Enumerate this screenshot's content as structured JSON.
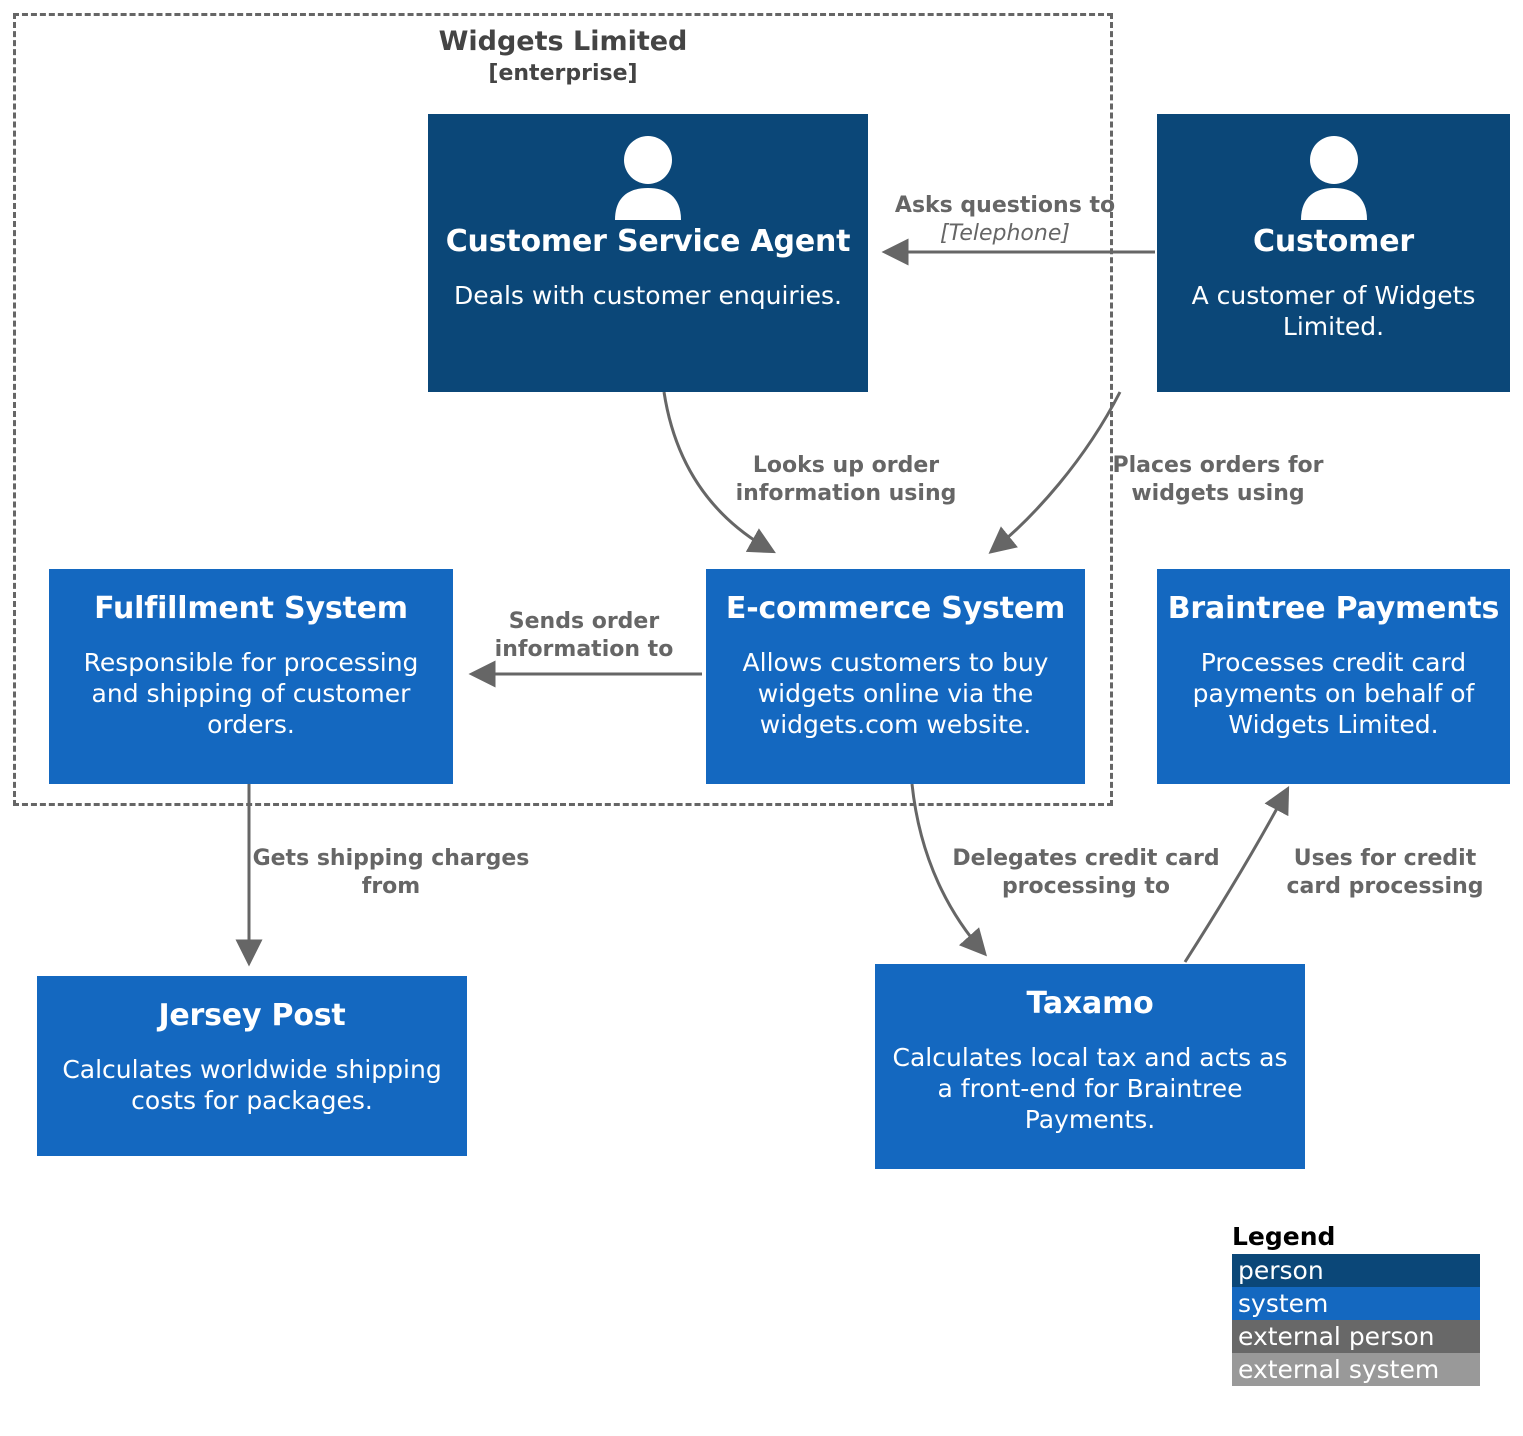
{
  "diagram": {
    "type": "c4-system-context",
    "boundary": {
      "name": "Widgets Limited",
      "tag": "[enterprise]"
    },
    "colors": {
      "person": "#0b4778",
      "system": "#1468c0",
      "external_person": "#686868",
      "external_system": "#999999",
      "edge": "#666666",
      "boundary": "#666666",
      "label_text": "#666666"
    }
  },
  "nodes": {
    "customer_service_agent": {
      "name": "Customer Service Agent",
      "description": "Deals with customer enquiries.",
      "kind": "person",
      "icon": "person-icon"
    },
    "customer": {
      "name": "Customer",
      "description": "A customer of Widgets Limited.",
      "kind": "person",
      "icon": "person-icon"
    },
    "fulfillment_system": {
      "name": "Fulfillment System",
      "description": "Responsible for processing and shipping of customer orders.",
      "kind": "system"
    },
    "ecommerce_system": {
      "name": "E-commerce System",
      "description": "Allows customers to buy widgets online via the widgets.com website.",
      "kind": "system"
    },
    "braintree_payments": {
      "name": "Braintree Payments",
      "description": "Processes credit card payments on behalf of Widgets Limited.",
      "kind": "system"
    },
    "jersey_post": {
      "name": "Jersey Post",
      "description": "Calculates worldwide shipping costs for packages.",
      "kind": "system"
    },
    "taxamo": {
      "name": "Taxamo",
      "description": "Calculates local tax and acts as a front-end for Braintree Payments.",
      "kind": "system"
    }
  },
  "relationships": [
    {
      "id": "customer-to-csa",
      "source": "customer",
      "target": "customer_service_agent",
      "label": "Asks questions to",
      "technology": "[Telephone]"
    },
    {
      "id": "csa-to-ecommerce",
      "source": "customer_service_agent",
      "target": "ecommerce_system",
      "label": "Looks up order information using",
      "technology": ""
    },
    {
      "id": "customer-to-ecommerce",
      "source": "customer",
      "target": "ecommerce_system",
      "label": "Places orders for widgets using",
      "technology": ""
    },
    {
      "id": "ecommerce-to-fulfillment",
      "source": "ecommerce_system",
      "target": "fulfillment_system",
      "label": "Sends order information to",
      "technology": ""
    },
    {
      "id": "fulfillment-to-jersey",
      "source": "fulfillment_system",
      "target": "jersey_post",
      "label": "Gets shipping charges from",
      "technology": ""
    },
    {
      "id": "ecommerce-to-taxamo",
      "source": "ecommerce_system",
      "target": "taxamo",
      "label": "Delegates credit card processing to",
      "technology": ""
    },
    {
      "id": "taxamo-to-braintree",
      "source": "taxamo",
      "target": "braintree_payments",
      "label": "Uses for credit card processing",
      "technology": ""
    }
  ],
  "rel_labels": {
    "customer_to_csa_line1": "Asks questions to",
    "customer_to_csa_tech": "[Telephone]",
    "csa_to_ecommerce": "Looks up order information using",
    "customer_to_ecommerce": "Places orders for widgets using",
    "ecommerce_to_fulfillment": "Sends order information to",
    "fulfillment_to_jersey": "Gets shipping charges from",
    "ecommerce_to_taxamo": "Delegates credit card processing to",
    "taxamo_to_braintree": "Uses for credit card processing"
  },
  "legend": {
    "title": "Legend",
    "items": [
      {
        "label": "person",
        "kind": "person"
      },
      {
        "label": "system",
        "kind": "system"
      },
      {
        "label": "external person",
        "kind": "ext-person"
      },
      {
        "label": "external system",
        "kind": "ext-system"
      }
    ]
  }
}
